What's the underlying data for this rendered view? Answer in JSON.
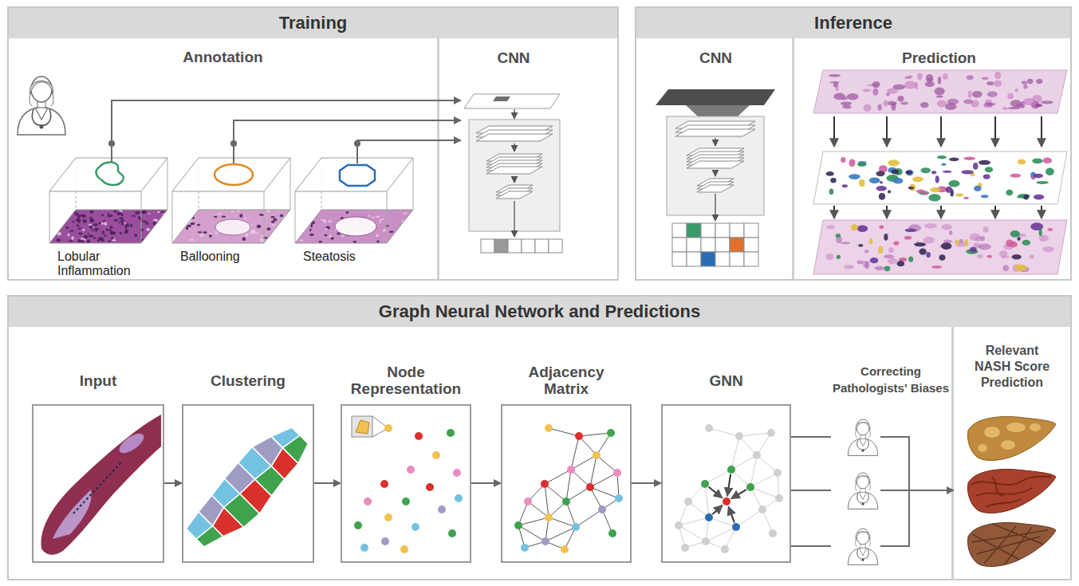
{
  "diagram": {
    "nodes": [
      {
        "text": [
          "Training"
        ]
      },
      {
        "text": [
          "Annotation"
        ],
        "in": 0
      },
      {
        "text": [
          "Lobular Inflammation"
        ],
        "in": 1
      },
      {
        "text": [
          "Ballooning"
        ],
        "in": 1
      },
      {
        "text": [
          "Steatosis"
        ],
        "in": 1
      },
      {
        "text": [
          "CNN"
        ],
        "in": 0
      },
      {
        "text": [
          "Inference"
        ]
      },
      {
        "text": [
          "CNN"
        ],
        "in": 6
      },
      {
        "text": [
          "Prediction"
        ],
        "in": 6
      },
      {
        "text": [
          "Graph Neural Network and Predictions"
        ]
      },
      {
        "text": [
          "Input"
        ],
        "in": 9
      },
      {
        "text": [
          "Clustering"
        ],
        "in": 9
      },
      {
        "text": [
          "Node Representation"
        ],
        "in": 9
      },
      {
        "text": [
          "Adjacency Matrix"
        ],
        "in": 9
      },
      {
        "text": [
          "GNN"
        ],
        "in": 9
      },
      {
        "text": [
          "Correcting Pathologists' Biases"
        ],
        "in": 9
      },
      {
        "text": [
          "Relevant NASH Score Prediction"
        ],
        "in": 9
      }
    ],
    "edges": [
      {
        "from": 2,
        "to": 5,
        "arrow": "to"
      },
      {
        "from": 3,
        "to": 5,
        "arrow": "to"
      },
      {
        "from": 4,
        "to": 5,
        "arrow": "to"
      },
      {
        "from": 10,
        "to": 11,
        "arrow": "to"
      },
      {
        "from": 11,
        "to": 12,
        "arrow": "to"
      },
      {
        "from": 12,
        "to": 13,
        "arrow": "to"
      },
      {
        "from": 13,
        "to": 14,
        "arrow": "to"
      },
      {
        "from": 14,
        "to": 15,
        "arrow": "none"
      },
      {
        "from": 15,
        "to": 16,
        "arrow": "to"
      }
    ]
  }
}
